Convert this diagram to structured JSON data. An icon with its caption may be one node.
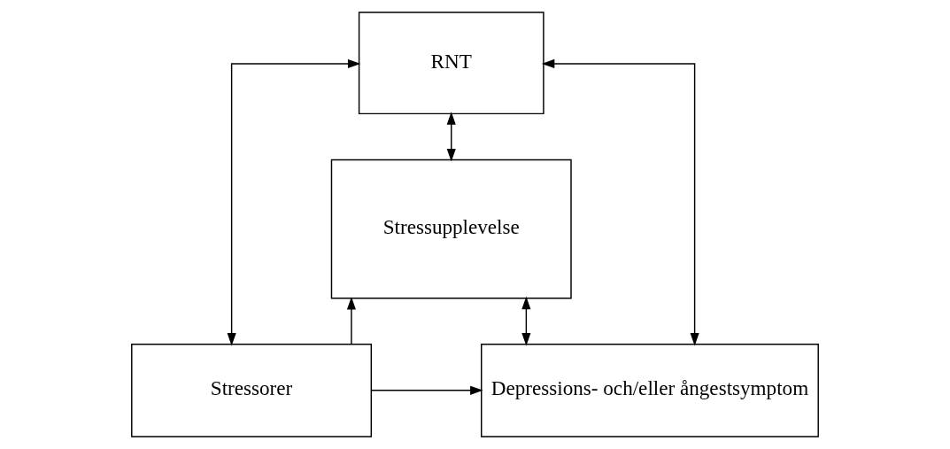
{
  "diagram": {
    "nodes": [
      {
        "text": [
          "RNT"
        ]
      },
      {
        "text": [
          "Stressupplevelse"
        ]
      },
      {
        "text": [
          "Stressorer"
        ]
      },
      {
        "text": [
          "Depressions- och/eller ångestsymptom"
        ]
      }
    ],
    "edges": [
      {
        "from": 2,
        "to": 0,
        "arrow": "both"
      },
      {
        "from": 0,
        "to": 3,
        "arrow": "both"
      },
      {
        "from": 0,
        "to": 1,
        "arrow": "both"
      },
      {
        "from": 2,
        "to": 1,
        "arrow": "to"
      },
      {
        "from": 1,
        "to": 3,
        "arrow": "both"
      },
      {
        "from": 2,
        "to": 3,
        "arrow": "to"
      }
    ]
  }
}
